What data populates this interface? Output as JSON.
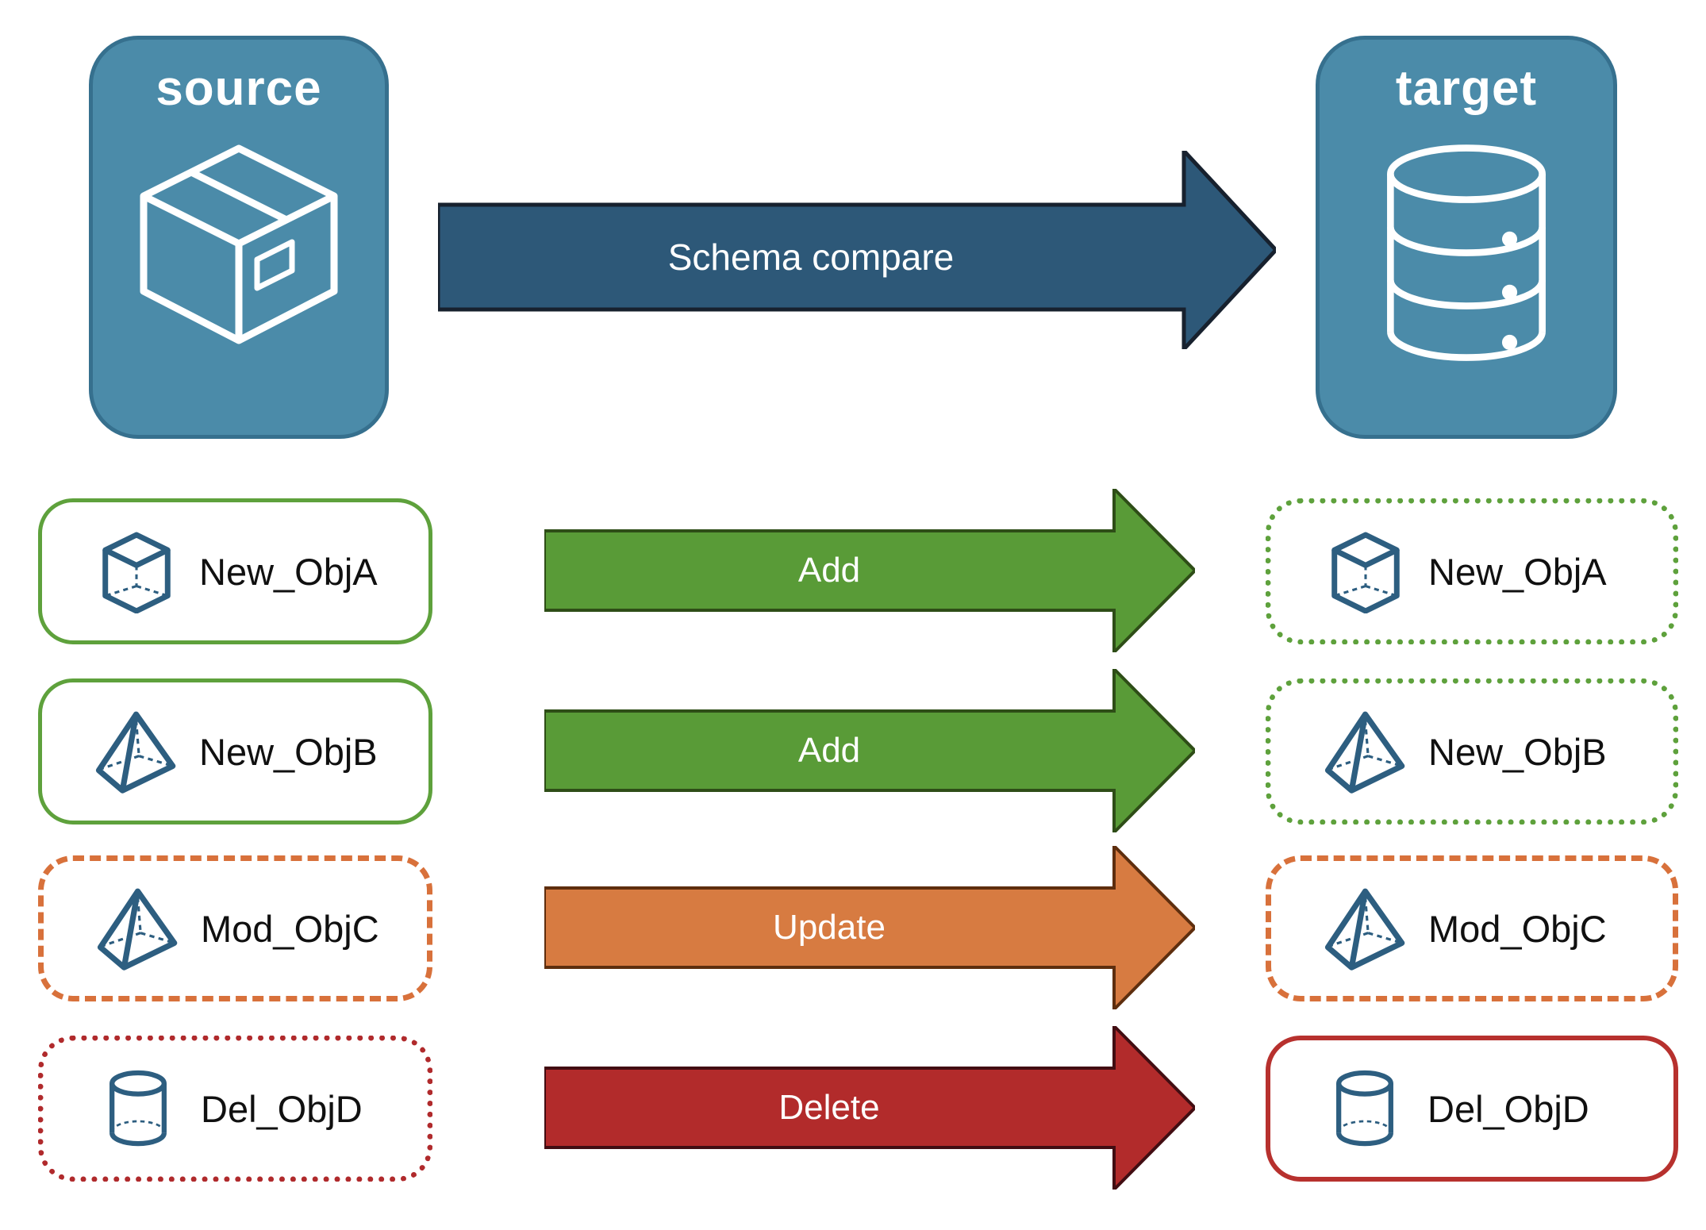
{
  "colors": {
    "panel-blue": "#4B8BA9",
    "panel-blue-border": "#36708E",
    "navy-arrow": "#2D5878",
    "navy-arrow-border": "#17212E",
    "green-arrow": "#599B37",
    "green-arrow-border": "#2E4D17",
    "green-outline": "#5EA13C",
    "orange-arrow": "#D77B41",
    "orange-arrow-border": "#5E2E0E",
    "orange-outline": "#D8713B",
    "red-arrow": "#B22B2B",
    "red-arrow-border": "#420D12",
    "red-outline-dotted": "#B02A2C",
    "red-outline-solid": "#B7312E",
    "icon-blue": "#2D5E80",
    "object-text": "#101010"
  },
  "source_panel": {
    "title": "source",
    "icon": "package-box-icon"
  },
  "target_panel": {
    "title": "target",
    "icon": "database-icon"
  },
  "compare_arrow": {
    "label": "Schema compare"
  },
  "rows": [
    {
      "object_name": "New_ObjA",
      "action": "Add",
      "change_type": "added",
      "icon": "cube-icon"
    },
    {
      "object_name": "New_ObjB",
      "action": "Add",
      "change_type": "added",
      "icon": "pyramid-icon"
    },
    {
      "object_name": "Mod_ObjC",
      "action": "Update",
      "change_type": "modified",
      "icon": "pyramid-icon"
    },
    {
      "object_name": "Del_ObjD",
      "action": "Delete",
      "change_type": "deleted",
      "icon": "cylinder-icon"
    }
  ]
}
